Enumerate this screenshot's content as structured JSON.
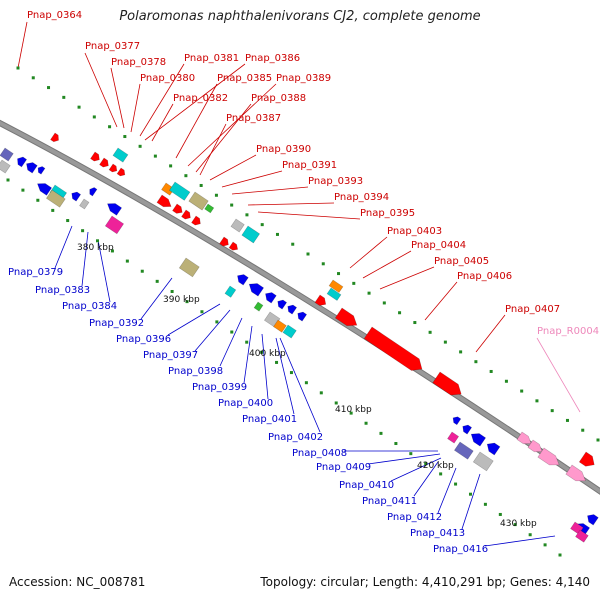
{
  "title": "Polaromonas naphthalenivorans CJ2, complete genome",
  "footer": {
    "accession": "Accession: NC_008781",
    "topology": "Topology: circular; Length: 4,410,291 bp; Genes: 4,140"
  },
  "colors": {
    "forward_label": "#cc0000",
    "reverse_label": "#0000cc",
    "rna_label": "#ee88bb",
    "forward_gene": "#ff0000",
    "reverse_gene": "#0000ee",
    "rna_gene": "#ff99cc",
    "cyan": "#00cccc",
    "khaki": "#bbb077",
    "magenta": "#ee2299",
    "orange": "#ff8800",
    "green": "#33bb33",
    "grey": "#bbbbbb",
    "slate": "#6666bb",
    "backbone": "#999999",
    "tick": "#228822"
  },
  "scale_labels": [
    "380 kbp",
    "390 kbp",
    "400 kbp",
    "410 kbp",
    "420 kbp",
    "430 kbp"
  ],
  "forward_labels": [
    "Pnap_0364",
    "Pnap_0377",
    "Pnap_0378",
    "Pnap_0380",
    "Pnap_0381",
    "Pnap_0385",
    "Pnap_0386",
    "Pnap_0389",
    "Pnap_0382",
    "Pnap_0388",
    "Pnap_0387",
    "Pnap_0390",
    "Pnap_0391",
    "Pnap_0393",
    "Pnap_0394",
    "Pnap_0395",
    "Pnap_0403",
    "Pnap_0404",
    "Pnap_0405",
    "Pnap_0406",
    "Pnap_0407"
  ],
  "rna_labels": [
    "Pnap_R0004"
  ],
  "reverse_labels": [
    "Pnap_0379",
    "Pnap_0383",
    "Pnap_0384",
    "Pnap_0392",
    "Pnap_0396",
    "Pnap_0397",
    "Pnap_0398",
    "Pnap_0399",
    "Pnap_0400",
    "Pnap_0401",
    "Pnap_0402",
    "Pnap_0408",
    "Pnap_0409",
    "Pnap_0410",
    "Pnap_0411",
    "Pnap_0412",
    "Pnap_0413",
    "Pnap_0416"
  ]
}
